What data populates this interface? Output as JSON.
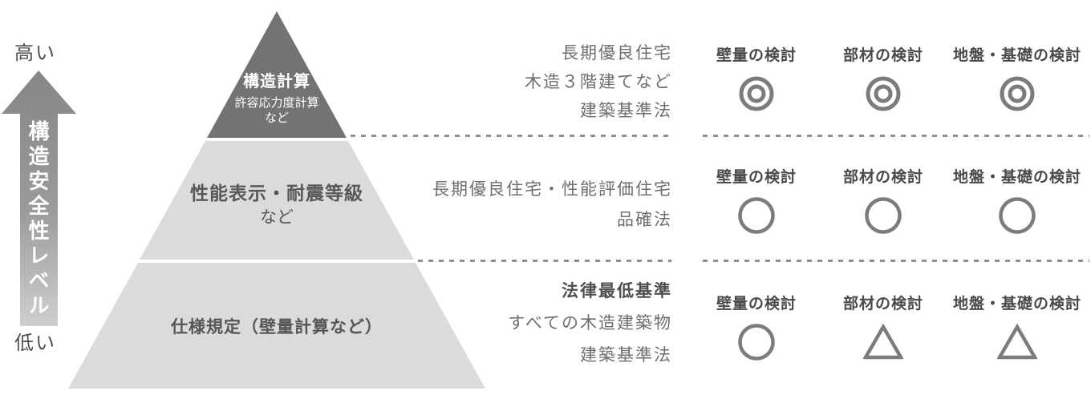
{
  "axis": {
    "high": "高い",
    "low": "低い",
    "label": "構造安全性レベル"
  },
  "pyramid": {
    "tier1": {
      "title": "構造計算",
      "subtitle": "許容応力度計算",
      "subtitle2": "など"
    },
    "tier2": {
      "title": "性能表示・耐震等級",
      "subtitle": "など"
    },
    "tier3": {
      "title": "仕様規定（壁量計算など）"
    }
  },
  "rows": [
    {
      "description": {
        "lines": [
          "長期優良住宅",
          "木造３階建てなど",
          "建築基準法"
        ]
      },
      "checks": [
        {
          "label": "壁量の検討",
          "symbol": "double-circle"
        },
        {
          "label": "部材の検討",
          "symbol": "double-circle"
        },
        {
          "label": "地盤・基礎の検討",
          "symbol": "double-circle"
        }
      ]
    },
    {
      "description": {
        "lines": [
          "長期優良住宅・性能評価住宅",
          "品確法"
        ]
      },
      "checks": [
        {
          "label": "壁量の検討",
          "symbol": "circle"
        },
        {
          "label": "部材の検討",
          "symbol": "circle"
        },
        {
          "label": "地盤・基礎の検討",
          "symbol": "circle"
        }
      ]
    },
    {
      "description": {
        "lines": [
          "法律最低基準",
          "すべての木造建築物",
          "建築基準法"
        ]
      },
      "checks": [
        {
          "label": "壁量の検討",
          "symbol": "circle"
        },
        {
          "label": "部材の検討",
          "symbol": "triangle"
        },
        {
          "label": "地盤・基礎の検討",
          "symbol": "triangle"
        }
      ]
    }
  ],
  "colors": {
    "tier_dark": "#737373",
    "tier_light": "#dbdbdb",
    "arrow_top": "#868686",
    "arrow_bottom": "#cfcfcf",
    "symbol": "#7c7c7c",
    "dashed_line": "#8f8f8f",
    "heading_text": "#4a4a4a",
    "body_text": "#6e6e6e",
    "white_text": "#ffffff"
  }
}
